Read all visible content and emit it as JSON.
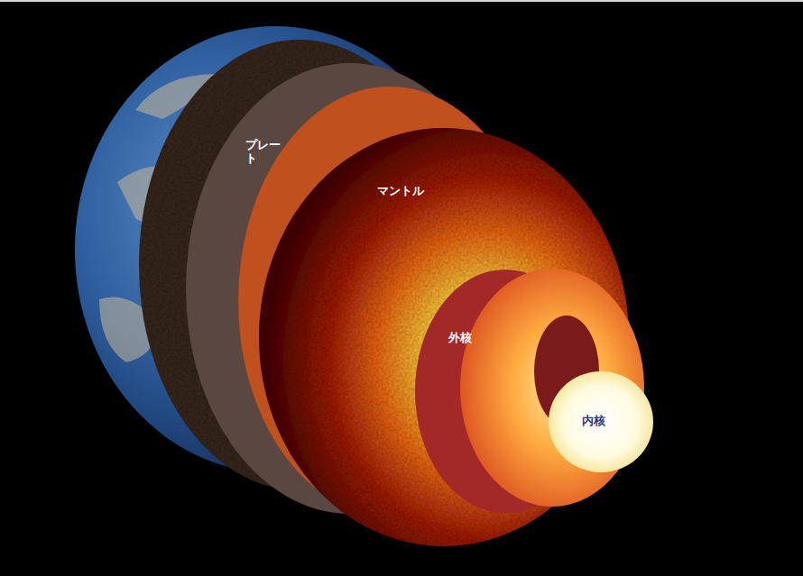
{
  "diagram": {
    "labels": [
      "プレート",
      "マントル",
      "外核",
      "内核"
    ]
  }
}
